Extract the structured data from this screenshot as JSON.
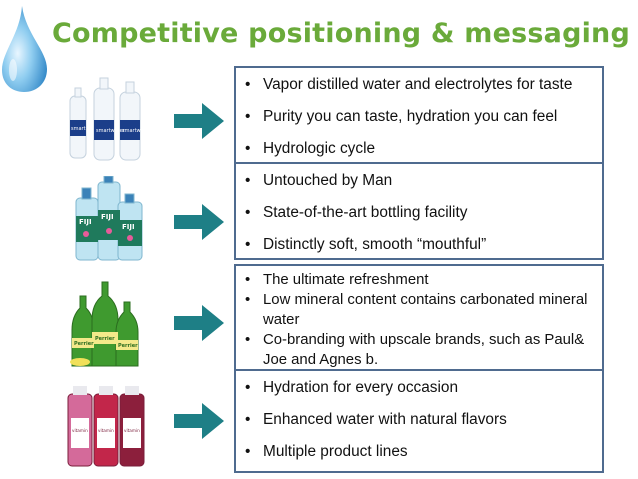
{
  "slide": {
    "title": "Competitive positioning & messaging"
  },
  "brands": [
    {
      "name": "smartwater",
      "points": [
        "Vapor distilled water and electrolytes for taste",
        "Purity you can taste, hydration you can feel",
        "Hydrologic cycle"
      ]
    },
    {
      "name": "FIJI",
      "points": [
        "Untouched by Man",
        "State-of-the-art bottling facility",
        "Distinctly soft, smooth “mouthful”"
      ]
    },
    {
      "name": "Perrier",
      "points": [
        "The ultimate refreshment",
        "Low mineral content contains carbonated mineral water",
        "Co-branding with upscale brands, such as Paul& Joe and Agnes b."
      ]
    },
    {
      "name": "vitaminwater",
      "points": [
        "Hydration for every occasion",
        "Enhanced water with natural flavors",
        "Multiple product lines"
      ]
    }
  ],
  "colors": {
    "title": "#6aaa3a",
    "arrow": "#1e7f86",
    "box_border": "#4f6b8f",
    "drop": "#4aa3d8"
  },
  "icons": [
    "water-drop-icon",
    "arrow-right-icon"
  ]
}
